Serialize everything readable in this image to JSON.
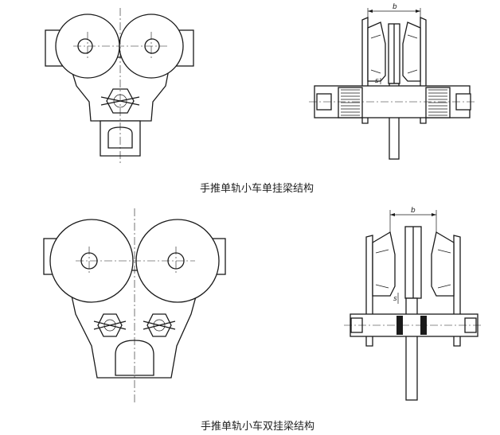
{
  "captions": {
    "top": "手推单轨小车单挂梁结构",
    "bottom": "手推单轨小车双挂梁结构"
  },
  "dimension_labels": {
    "top_width": "b",
    "bottom_width": "b",
    "top_gap": "s",
    "bottom_gap": "s"
  },
  "colors": {
    "line": "#1a1a1a",
    "background": "#ffffff"
  }
}
